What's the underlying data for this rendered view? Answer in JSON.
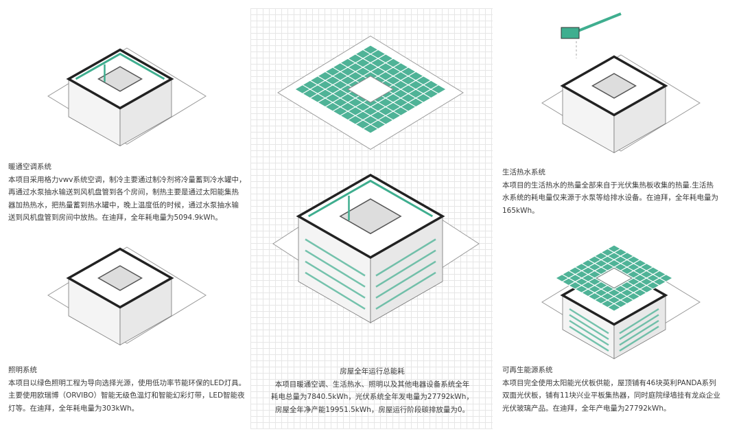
{
  "hvac": {
    "title": "暖通空调系统",
    "lines": [
      "本项目采用格力vwv系统空调，制冷主要通过制冷剂将冷量蓄到冷水罐中，",
      "再通过水泵抽水输送到风机盘管到各个房间，制热主要是通过太阳能集热",
      "器加热热水，把热量蓄到热水罐中，晚上温度低的时候，通过水泵抽水输",
      "送到风机盘管到房间中放热。在迪拜，全年耗电量为5094.9kWh。"
    ]
  },
  "lighting": {
    "title": "照明系统",
    "lines": [
      "本项目以绿色照明工程为导向选择光源，使用低功率节能环保的LED灯具。",
      "主要使用欧瑞博（ORVIBO）智能无级色温灯和智能幻彩灯带，LED智能夜",
      "灯等。在迪拜，全年耗电量为303kWh。"
    ]
  },
  "total": {
    "title": "房屋全年运行总能耗",
    "lines": [
      "本项目暖通空调、生活热水、照明以及其他电器设备系统全年",
      "耗电总量为7840.5kWh，光伏系统全年发电量为27792kWh，",
      "房屋全年净产能19951.5kWh，房屋运行阶段碳排放量为0。"
    ]
  },
  "hot_water": {
    "title": "生活热水系统",
    "lines": [
      "本项目的生活热水的热量全部来自于光伏集热板收集的热量.生活热",
      "水系统的耗电量仅来源于水泵等给排水设备。在迪拜，全年耗电量为",
      "165kWh。"
    ]
  },
  "renewable": {
    "title": "可再生能源系统",
    "lines": [
      "本项目完全使用太阳能光伏板供能，屋顶铺有46块英利PANDA系列",
      "双面光伏板，铺有11块兴业平板集热器，同时庭院绿墙挂有龙焱企业",
      "光伏玻璃产品。在迪拜，全年产电量为27792kWh。"
    ]
  },
  "colors": {
    "accent_green": "#3fae8f",
    "panel_green": "#4fb397",
    "outline": "#222222"
  }
}
